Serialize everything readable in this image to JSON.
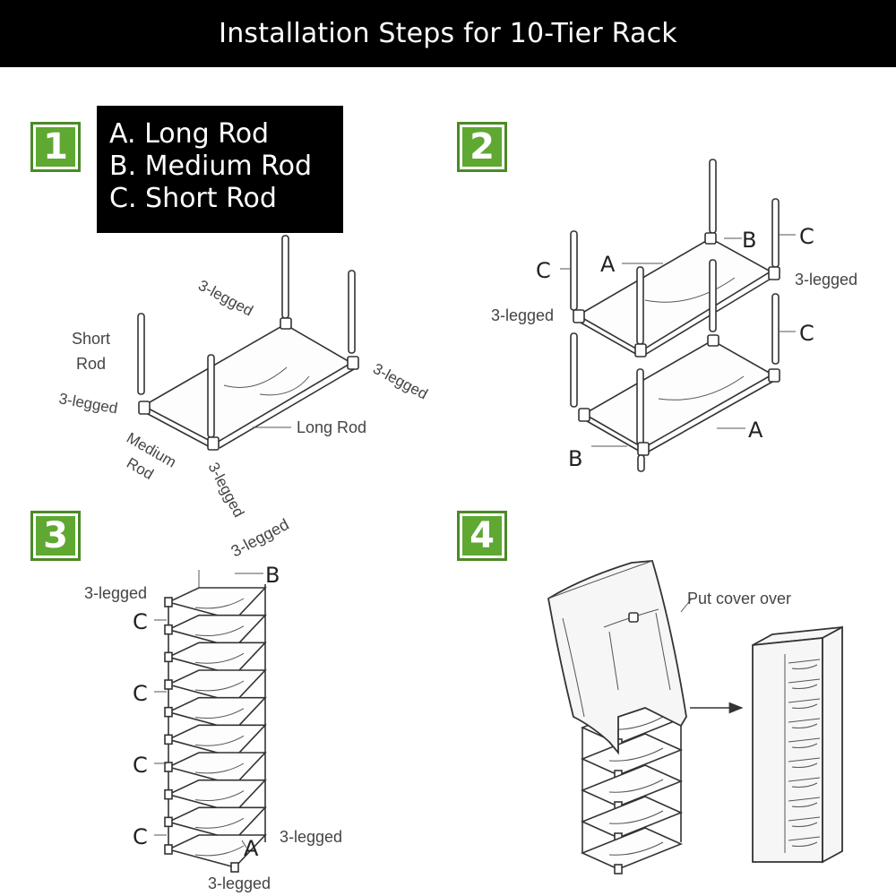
{
  "header": {
    "title": "Installation Steps for 10-Tier Rack"
  },
  "steps": [
    {
      "number": "1"
    },
    {
      "number": "2"
    },
    {
      "number": "3"
    },
    {
      "number": "4"
    }
  ],
  "legend": [
    "A. Long Rod",
    "B. Medium Rod",
    "C. Short Rod"
  ],
  "step1": {
    "labels": {
      "three_legged": "3-legged",
      "short_rod_line1": "Short",
      "short_rod_line2": "Rod",
      "medium_rod_line1": "Medium",
      "medium_rod_line2": "Rod",
      "long_rod": "Long Rod"
    }
  },
  "step2": {
    "labels": {
      "a": "A",
      "b": "B",
      "c": "C",
      "three_legged": "3-legged"
    }
  },
  "step3": {
    "labels": {
      "a": "A",
      "b": "B",
      "c": "C",
      "three_legged": "3-legged"
    }
  },
  "step4": {
    "labels": {
      "put_cover_over": "Put cover over"
    }
  },
  "colors": {
    "badge_green": "#5fa832",
    "header_bg": "#000000",
    "header_text": "#ffffff"
  },
  "icons": [
    "step-number-badge",
    "arrow-right-icon"
  ]
}
